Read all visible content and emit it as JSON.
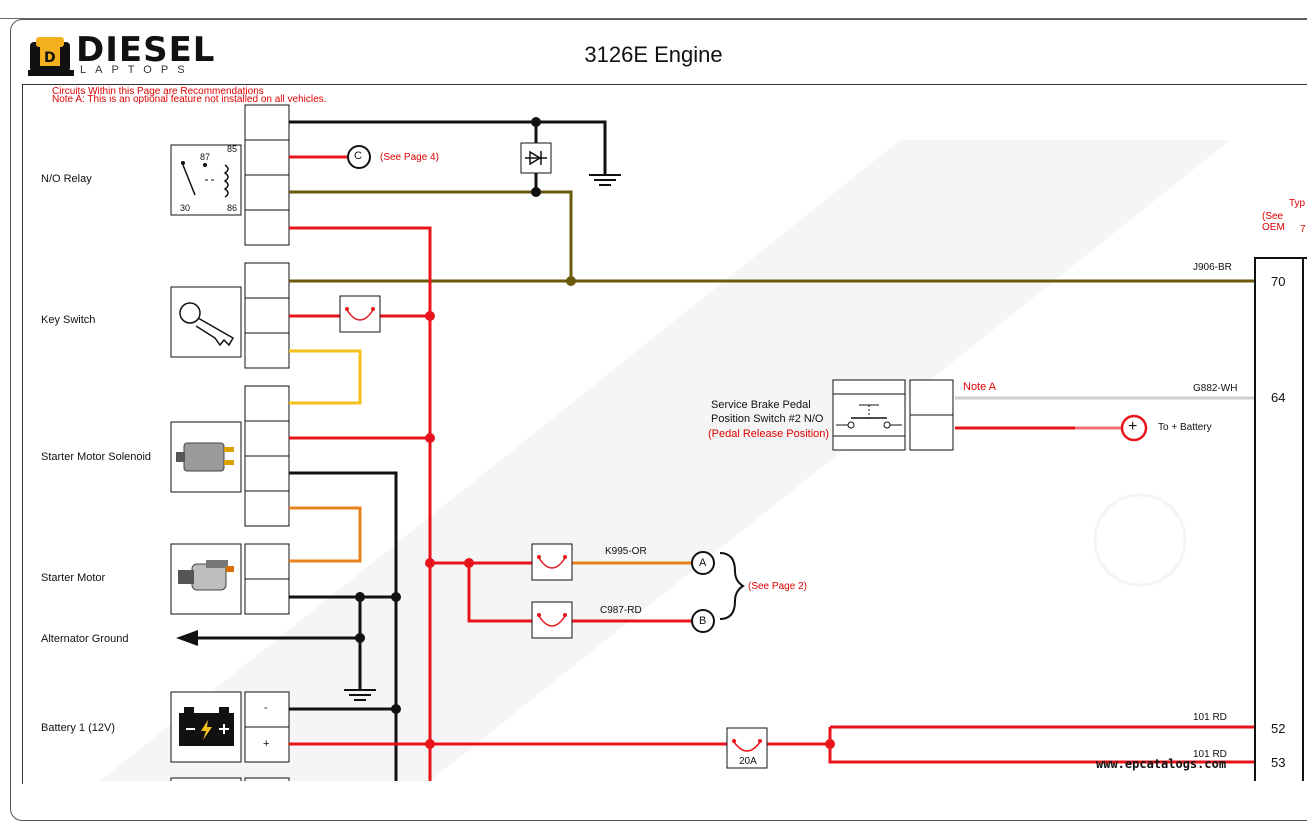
{
  "header": {
    "title": "3126E Engine",
    "logo_word": "DIESEL",
    "logo_sub": "LAPTOPS"
  },
  "notes": {
    "line1": "Circuits Within this Page are Recommendations",
    "line2": "Note A: This is an optional feature not installed on all vehicles."
  },
  "components": {
    "relay": "N/O Relay",
    "relay_pins": [
      "87",
      "85",
      "30",
      "86"
    ],
    "key_switch": "Key Switch",
    "starter_solenoid": "Starter Motor Solenoid",
    "starter_motor": "Starter Motor",
    "alternator_ground": "Alternator Ground",
    "battery": "Battery 1 (12V)",
    "battery_minus": "-",
    "battery_plus": "+",
    "brake_switch_line1": "Service Brake Pedal",
    "brake_switch_line2": "Position Switch #2 N/O",
    "brake_switch_line3": "(Pedal Release Position)"
  },
  "connectors": {
    "c": "C",
    "a": "A",
    "b": "B",
    "see_page4": "(See Page 4)",
    "see_page2": "(See Page 2)",
    "note_a": "Note A",
    "to_battery": "To + Battery",
    "plus": "+"
  },
  "wires": {
    "j906": "J906-BR",
    "g882": "G882-WH",
    "k995": "K995-OR",
    "c987": "C987-RD",
    "rd101_a": "101 RD",
    "rd101_b": "101 RD",
    "fuse": "20A"
  },
  "ecm": {
    "pin70": "70",
    "pin64": "64",
    "pin52": "52",
    "pin53": "53",
    "typ_a": "Typ",
    "typ_b": "(See OEM",
    "typ_c": "7"
  },
  "watermark_url": "www.epcatalogs.com",
  "colors": {
    "red": "#e8141b",
    "brown": "#6b5a0c",
    "black": "#111111",
    "yellow": "#f5c21a",
    "orange": "#e8821e",
    "gray": "#cfcfcf"
  }
}
